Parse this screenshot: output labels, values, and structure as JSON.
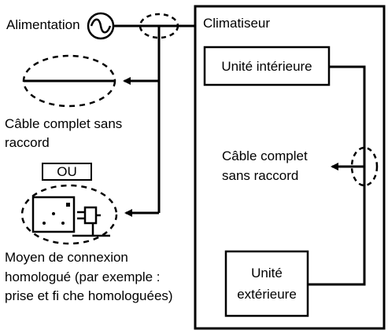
{
  "diagram": {
    "power_label": "Alimentation",
    "aircon_label": "Climatiseur",
    "indoor_unit": "Unité intérieure",
    "outdoor_unit_line1": "Unité",
    "outdoor_unit_line2": "extérieure",
    "cable_left_line1": "Câble complet sans",
    "cable_left_line2": "raccord",
    "or_label": "OU",
    "cable_right_line1": "Câble complet",
    "cable_right_line2": "sans raccord",
    "approved_line1": "Moyen de connexion",
    "approved_line2": "homologué (par exemple :",
    "approved_line3": "prise et fi che homologuées)"
  },
  "icons": {
    "ac_source": "ac-power-symbol-icon",
    "plug": "plug-socket-icon"
  }
}
